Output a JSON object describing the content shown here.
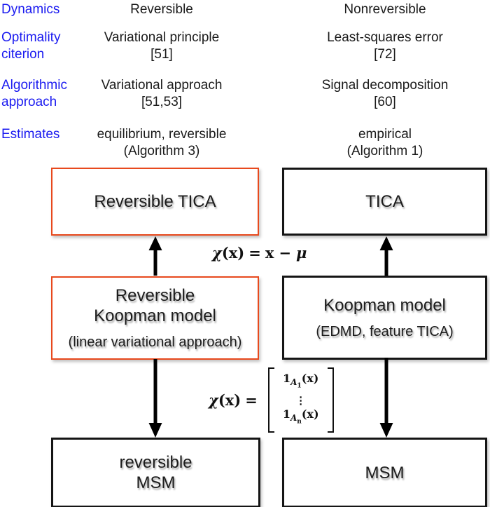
{
  "colors": {
    "label_blue": "#1a1af0",
    "box_red_border": "#e8491d",
    "box_black_border": "#151515",
    "arrow_black": "#000000",
    "background": "#ffffff"
  },
  "table": {
    "rows": [
      {
        "label": "Dynamics",
        "reversible": "Reversible",
        "nonreversible": "Nonreversible"
      },
      {
        "label": "Optimality\nciterion",
        "reversible": "Variational principle\n[51]",
        "nonreversible": "Least-squares error\n[72]"
      },
      {
        "label": "Algorithmic\napproach",
        "reversible": "Variational approach\n[51,53]",
        "nonreversible": "Signal decomposition\n[60]"
      },
      {
        "label": "Estimates",
        "reversible": "equilibrium, reversible\n(Algorithm 3)",
        "nonreversible": "empirical\n(Algorithm 1)"
      }
    ]
  },
  "boxes": {
    "reversible_tica": {
      "title": "Reversible TICA"
    },
    "tica": {
      "title": "TICA"
    },
    "reversible_koopman": {
      "title": "Reversible\nKoopman model",
      "subtitle": "(linear variational approach)"
    },
    "koopman": {
      "title": "Koopman model",
      "subtitle": "(EDMD, feature TICA)"
    },
    "reversible_msm": {
      "title": "reversible\nMSM"
    },
    "msm": {
      "title": "MSM"
    }
  },
  "formulas": {
    "mean_free": {
      "chi": "χ",
      "arg": "(x)",
      "equals": "=",
      "x": "x",
      "minus": "−",
      "mu": "μ"
    },
    "indicator": {
      "chi": "χ",
      "arg": "(x)",
      "equals": "=",
      "row_top": {
        "base": "1",
        "sub": "A",
        "subsub": "1",
        "arg": "(x)"
      },
      "dots": "⋮",
      "row_bottom": {
        "base": "1",
        "sub": "A",
        "subsub": "n",
        "arg": "(x)"
      }
    }
  }
}
